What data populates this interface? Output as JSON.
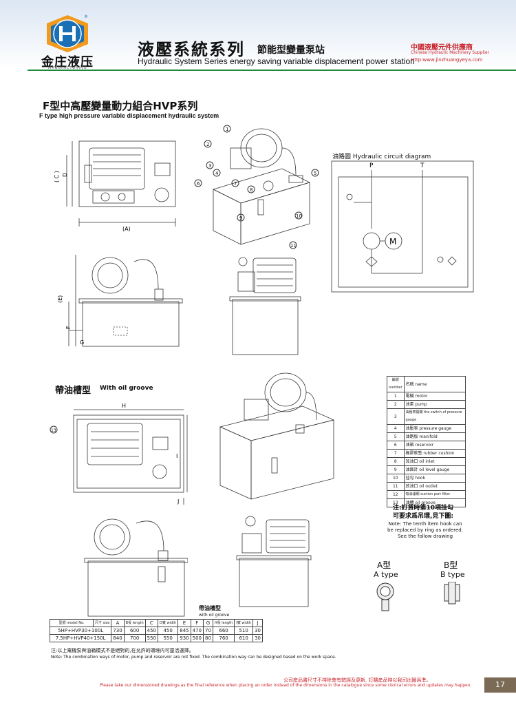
{
  "header": {
    "logo_text": "金庄液压",
    "logo_sub": "MANUFACTURING",
    "title_cn": "液壓系統系列",
    "title_cn_sub": "節能型變量泵站",
    "title_en": "Hydraulic System Series  energy saving variable displacement power station",
    "supplier_cn": "中國液壓元件供應商",
    "supplier_en": "Chinese Hydraulic Machinery Supplier",
    "supplier_url": "Http:www.jinzhuangyeya.com",
    "logo_color": "#1a6fb5",
    "accent_color": "#1c8a3a"
  },
  "section1": {
    "title_cn": "F型中高壓變量動力組合HVP系列",
    "title_en": "F type high pressure variable displacement hydraulic system",
    "dim_labels": {
      "c": "( C )",
      "d": "D",
      "a": "(A)",
      "e": "(E)",
      "f": "F",
      "g": "G"
    },
    "circuit_title": "油路圖 Hydraulic circuit diagram",
    "circuit_p": "P",
    "circuit_t": "T",
    "circuit_m": "M"
  },
  "section2": {
    "title_cn": "帶油槽型",
    "title_en": "With oil groove",
    "dim_labels": {
      "h": "H",
      "i": "I",
      "j": "J"
    }
  },
  "parts_table": {
    "header_no": "編號 number",
    "header_name": "名稱 name",
    "rows": [
      {
        "no": "1",
        "name": "電機 motor"
      },
      {
        "no": "2",
        "name": "油泵 pump"
      },
      {
        "no": "3",
        "name": "油壓表開關 the switch of pressure gauge"
      },
      {
        "no": "4",
        "name": "油壓表 pressure gauge"
      },
      {
        "no": "5",
        "name": "油路板 manifold"
      },
      {
        "no": "6",
        "name": "油箱 reservoir"
      },
      {
        "no": "7",
        "name": "橡膠軟墊 rubber cushion"
      },
      {
        "no": "8",
        "name": "加油口 oil inlet"
      },
      {
        "no": "9",
        "name": "油面計 oil level gauge"
      },
      {
        "no": "10",
        "name": "挂勾 hook"
      },
      {
        "no": "11",
        "name": "放油口 oil outlet"
      },
      {
        "no": "12",
        "name": "吸油濾網 suction port filter"
      },
      {
        "no": "13",
        "name": "油槽 oil groove"
      }
    ]
  },
  "note": {
    "cn_line1": "注:訂貨時第10項挂勾",
    "cn_line2": "可要求爲吊環,見下圖:",
    "en_line1": "Note: The tenth item hook can",
    "en_line2": "be replaced by ring as ordered.",
    "en_line3": "See the follow drawing",
    "type_a_cn": "A型",
    "type_a_en": "A type",
    "type_b_cn": "B型",
    "type_b_en": "B type"
  },
  "dims_table": {
    "groove_title": "帶油槽型",
    "groove_sub": "with oil groove",
    "headers": [
      "型號 model No.",
      "尺寸 size",
      "A",
      "B長 length",
      "C",
      "D寬 width",
      "E",
      "F",
      "G",
      "H長 length",
      "I寬 width",
      "J"
    ],
    "rows": [
      [
        "5HP+HVP30+100L",
        "730",
        "600",
        "450",
        "450",
        "845",
        "470",
        "70",
        "660",
        "510",
        "30"
      ],
      [
        "7.5HP+HVP40+150L",
        "840",
        "700",
        "550",
        "550",
        "930",
        "500",
        "80",
        "760",
        "610",
        "30"
      ]
    ]
  },
  "footnotes": {
    "cn": "注:以上電機泵與油箱模式不是絕對的,在允許的環境内可靈活選擇。",
    "en": "Note: The combination ways of motor, pump and reservoir are not fixed. The combination way can be designed based on the work space."
  },
  "bottom": {
    "cn": "公司産品書尺寸不排除會有錯誤及更新, 訂購産品時以我司出圖爲準。",
    "en": "Please take our dimensioned drawings as the final reference when placing an order instead of the dimensions in the catalogue since some clerical errors and updates may happen.",
    "page": "17",
    "red": "#c9252c"
  }
}
